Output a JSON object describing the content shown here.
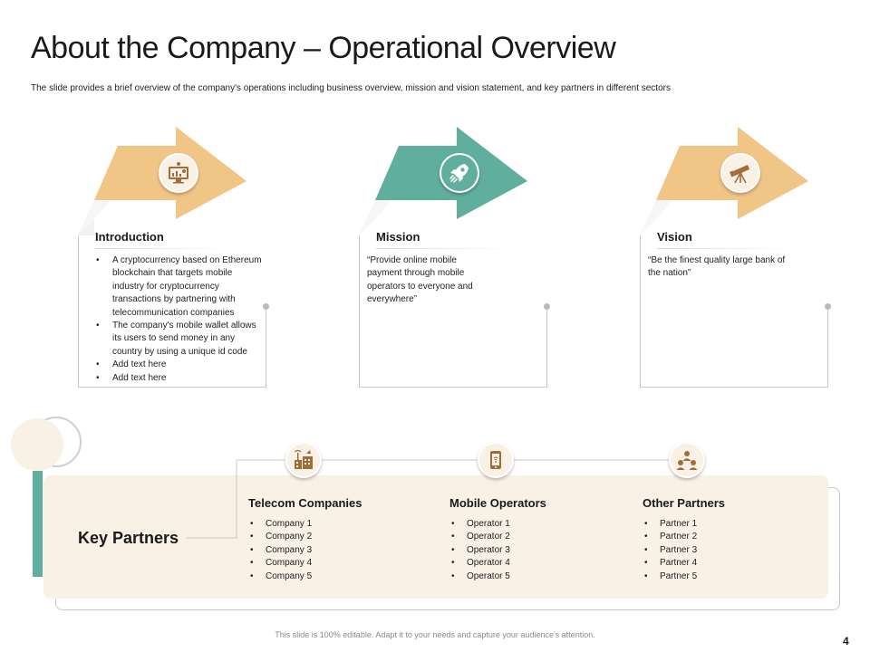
{
  "slide": {
    "title": "About the Company – Operational Overview",
    "subtitle": "The slide provides a brief overview of the company's operations including business overview, mission and vision statement, and key partners in different sectors"
  },
  "colors": {
    "tan": "#f0c586",
    "teal": "#5fae9e",
    "cream": "#f9f0e6",
    "brown": "#a06d3a"
  },
  "sections": [
    {
      "heading": "Introduction",
      "icon": "computer-chart-icon",
      "bullets": [
        "A cryptocurrency based on Ethereum blockchain that targets mobile industry for cryptocurrency transactions by partnering with telecommunication companies",
        "The company's mobile wallet allows its users to send money in any country by using a unique id code",
        "Add text here",
        "Add text here"
      ]
    },
    {
      "heading": "Mission",
      "icon": "rocket-icon",
      "text": "“Provide online mobile payment through mobile operators to everyone and everywhere”"
    },
    {
      "heading": "Vision",
      "icon": "telescope-icon",
      "text": "“Be the finest quality large bank of the nation”"
    }
  ],
  "key_partners": {
    "title": "Key Partners",
    "columns": [
      {
        "title": "Telecom Companies",
        "icon": "telecom-building-icon",
        "items": [
          "Company 1",
          "Company 2",
          "Company 3",
          "Company 4",
          "Company 5"
        ]
      },
      {
        "title": "Mobile Operators",
        "icon": "mobile-phone-icon",
        "items": [
          "Operator 1",
          "Operator 2",
          "Operator 3",
          "Operator 4",
          "Operator 5"
        ]
      },
      {
        "title": "Other Partners",
        "icon": "people-network-icon",
        "items": [
          "Partner 1",
          "Partner 2",
          "Partner 3",
          "Partner 4",
          "Partner 5"
        ]
      }
    ]
  },
  "footer": {
    "note": "This slide is 100% editable. Adapt it to your needs and capture your audience's attention.",
    "page_number": "4"
  }
}
